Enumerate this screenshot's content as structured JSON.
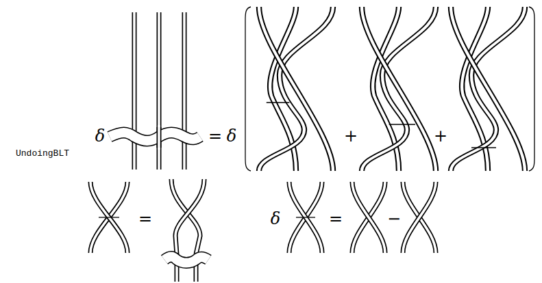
{
  "diagram": {
    "labels": [
      "δ",
      "=",
      "δ",
      "+",
      "+",
      "UndoingBLT",
      "=",
      "δ",
      "=",
      "−"
    ]
  }
}
